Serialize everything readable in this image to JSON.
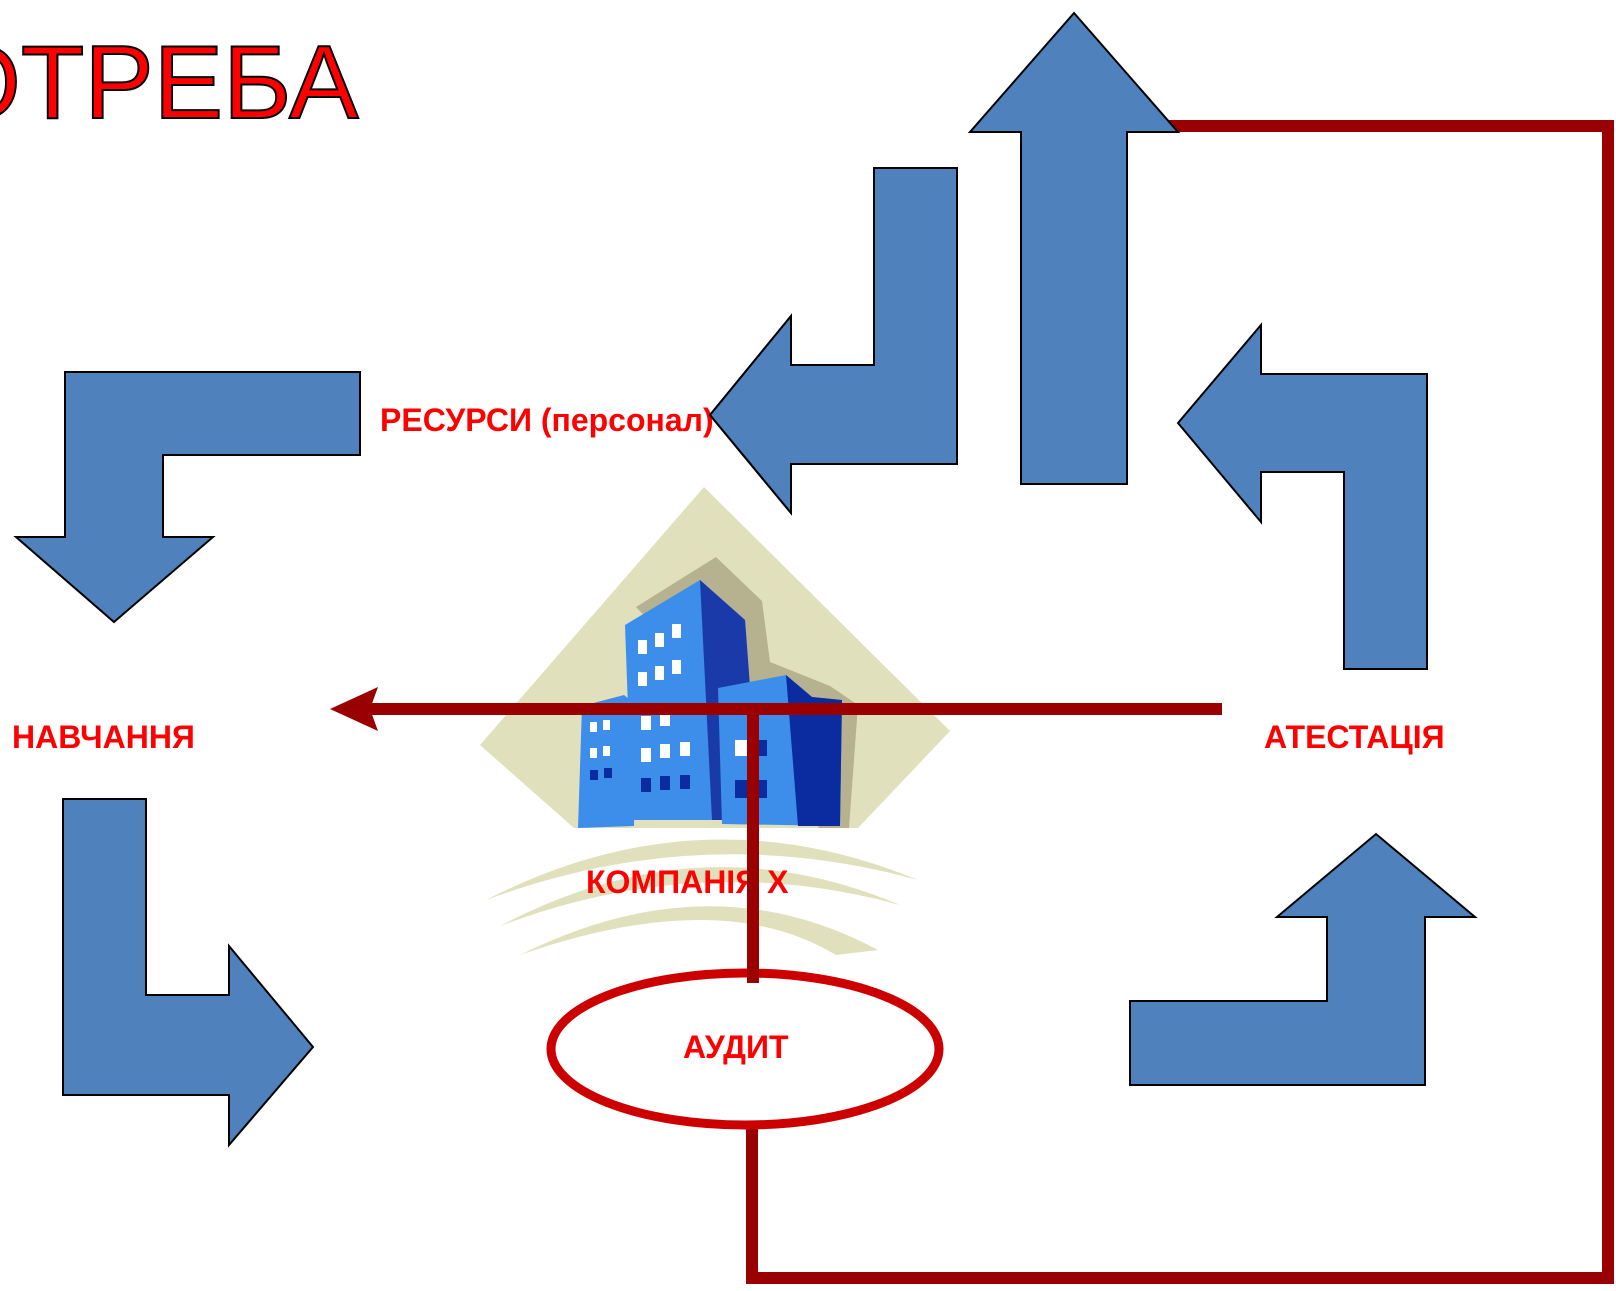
{
  "slide": {
    "title": "ОТРЕБА",
    "labels": {
      "resources": "РЕСУРСИ (персонал)",
      "training": "НАВЧАННЯ",
      "attestation": "АТЕСТАЦІЯ",
      "company": "КОМПАНІЯ  Х",
      "audit": "АУДИТ"
    }
  },
  "colors": {
    "arrow_fill": "#4f81bd",
    "label_text": "#ff0000",
    "flow_line": "#9a0000",
    "audit_ellipse": "#cc0000"
  },
  "icons": {
    "company": "office-buildings-clipart"
  }
}
